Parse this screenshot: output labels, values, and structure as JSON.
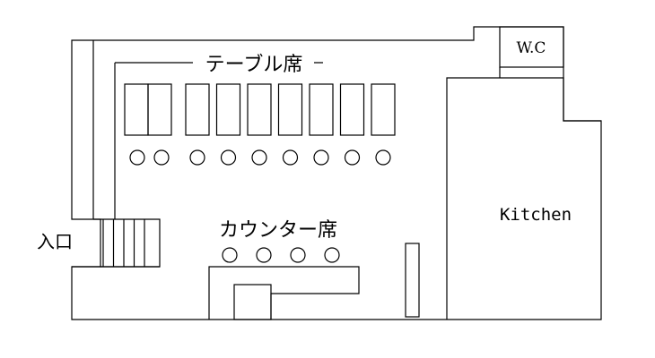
{
  "labels": {
    "table_seats": "テーブル席",
    "counter_seats": "カウンター席",
    "entrance": "入口",
    "kitchen": "Kitchen",
    "restroom": "W.C"
  },
  "table_rows": {
    "left_pair_count": 2,
    "single_table_count": 7,
    "stool_count": 9
  },
  "counter": {
    "stool_count": 4
  },
  "stairs": {
    "step_count": 5
  }
}
